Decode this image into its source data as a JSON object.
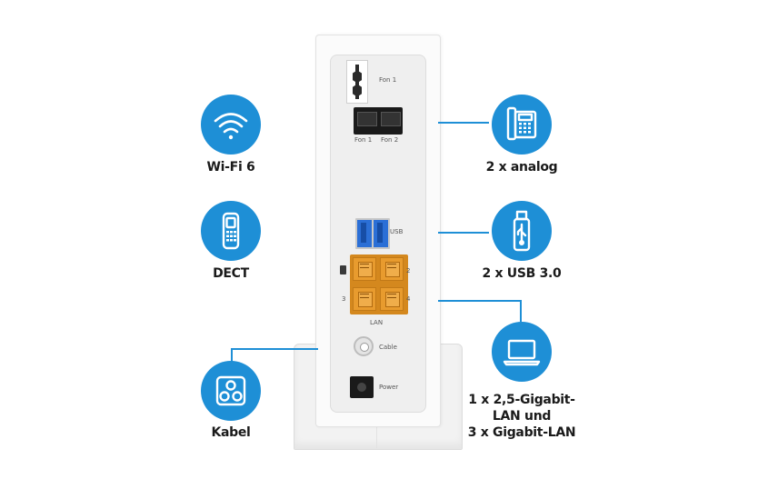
{
  "features": {
    "wifi": {
      "label": "Wi-Fi 6",
      "icon": "wifi-icon"
    },
    "dect": {
      "label": "DECT",
      "icon": "dect-phone-icon"
    },
    "kabel": {
      "label": "Kabel",
      "icon": "coax-cable-icon"
    },
    "analog": {
      "label": "2 x analog",
      "icon": "desk-phone-icon"
    },
    "usb": {
      "label": "2 x USB 3.0",
      "icon": "usb-stick-icon"
    },
    "lan": {
      "label_lines": [
        "1 x 2,5-Gigabit-",
        "LAN und",
        "3 x Gigabit-LAN"
      ],
      "icon": "laptop-icon"
    }
  },
  "device": {
    "fon1_top": "Fon 1",
    "fon1": "Fon 1",
    "fon2": "Fon 2",
    "usb": "USB",
    "lan_port_numbers": [
      "2",
      "3",
      "4"
    ],
    "lan": "LAN",
    "cable": "Cable",
    "power": "Power"
  },
  "colors": {
    "accent": "#1e8fd6",
    "lan_port": "#e89b2e",
    "usb_port": "#2b6fd6"
  }
}
